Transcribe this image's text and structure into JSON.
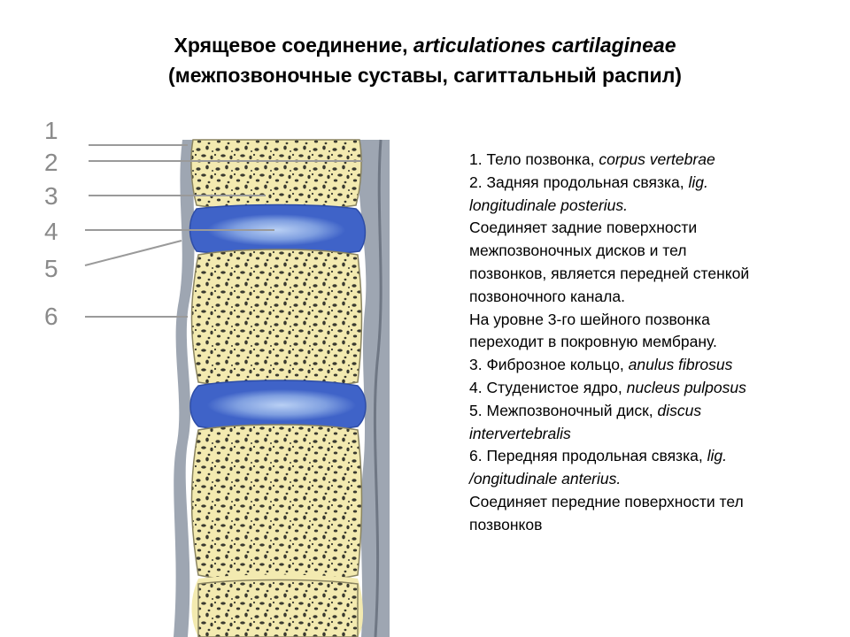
{
  "title": {
    "line1_plain": "Хрящевое соединение, ",
    "line1_latin": "articulationes cartilagineae",
    "line2": "(межпозвоночные суставы, сагиттальный распил)"
  },
  "figure": {
    "labels": [
      "1",
      "2",
      "3",
      "4",
      "5",
      "6"
    ]
  },
  "legend": {
    "lines": [
      {
        "plain": "1. Тело позвонка, ",
        "latin": "corpus vertebrae"
      },
      {
        "plain": "2. Задняя продольная связка, ",
        "latin": "lig."
      },
      {
        "plain": "",
        "latin": "longitudinale posterius."
      },
      {
        "plain": "Соединяет задние поверхности",
        "latin": ""
      },
      {
        "plain": "межпозвоночных дисков и тел",
        "latin": ""
      },
      {
        "plain": "позвонков, является передней стенкой",
        "latin": ""
      },
      {
        "plain": "позвоночного канала.",
        "latin": ""
      },
      {
        "plain": "На уровне 3-го шейного позвонка",
        "latin": ""
      },
      {
        "plain": "переходит в покровную мембрану.",
        "latin": ""
      },
      {
        "plain": "3. Фиброзное кольцо, ",
        "latin": "anulus fibrosus"
      },
      {
        "plain": "4. Студенистое ядро, ",
        "latin": "nucleus pulposus"
      },
      {
        "plain": "5. Межпозвоночный диск, ",
        "latin": "discus"
      },
      {
        "plain": "",
        "latin": "intervertebralis"
      },
      {
        "plain": "6. Передняя продольная связка, ",
        "latin": "lig."
      },
      {
        "plain": "",
        "latin": "/ongitudinale anterius."
      },
      {
        "plain": "Соединяет передние поверхности тел",
        "latin": ""
      },
      {
        "plain": "позвонков",
        "latin": ""
      }
    ]
  },
  "colors": {
    "bone": "#f3eab0",
    "bone_speckle": "#3a3a30",
    "disc_ring": "#3f63c8",
    "disc_nucleus": "#9db9ea",
    "ligament": "#9ea6b2",
    "leader": "#9a9a9a",
    "label": "#8a8a8a"
  }
}
